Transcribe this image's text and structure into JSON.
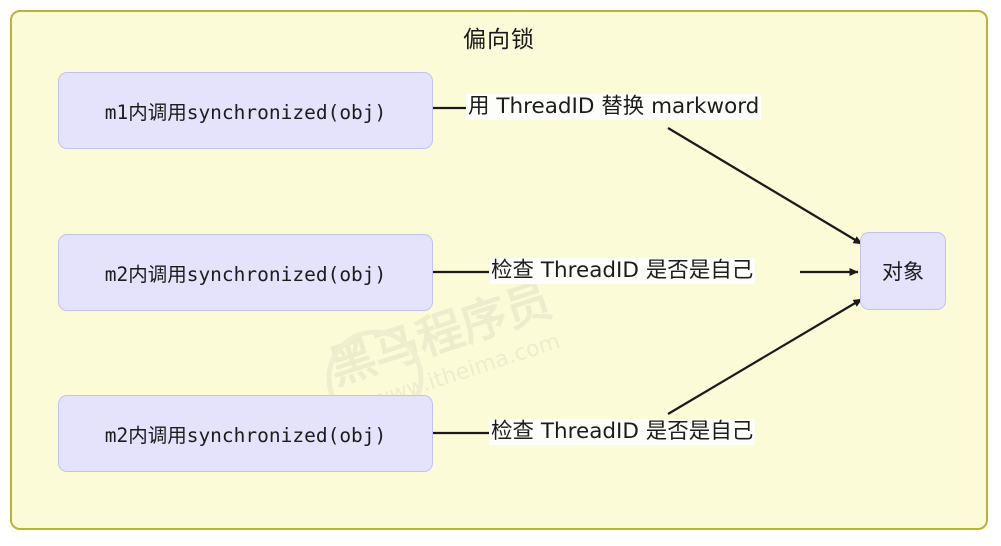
{
  "diagram": {
    "title": "偏向锁",
    "frame_color": "#bcb336",
    "frame_fill": "#fcfbd7",
    "node_fill": "#e4e3fb",
    "node_stroke": "#c3c2ee",
    "edge_color": "#1a1a1a"
  },
  "nodes": [
    {
      "id": "m1",
      "label": "m1内调用synchronized(obj)"
    },
    {
      "id": "m2a",
      "label": "m2内调用synchronized(obj)"
    },
    {
      "id": "m2b",
      "label": "m2内调用synchronized(obj)"
    },
    {
      "id": "obj",
      "label": "对象"
    }
  ],
  "edges": [
    {
      "id": "e1",
      "from": "m1",
      "to": "obj",
      "label": "用 ThreadID 替换 markword"
    },
    {
      "id": "e2",
      "from": "m2a",
      "to": "obj",
      "label": "检查 ThreadID 是否是自己"
    },
    {
      "id": "e3",
      "from": "m2b",
      "to": "obj",
      "label": "检查 ThreadID 是否是自己"
    }
  ],
  "watermark": {
    "brand": "黑马程序员",
    "url": "www.itheima.com"
  }
}
